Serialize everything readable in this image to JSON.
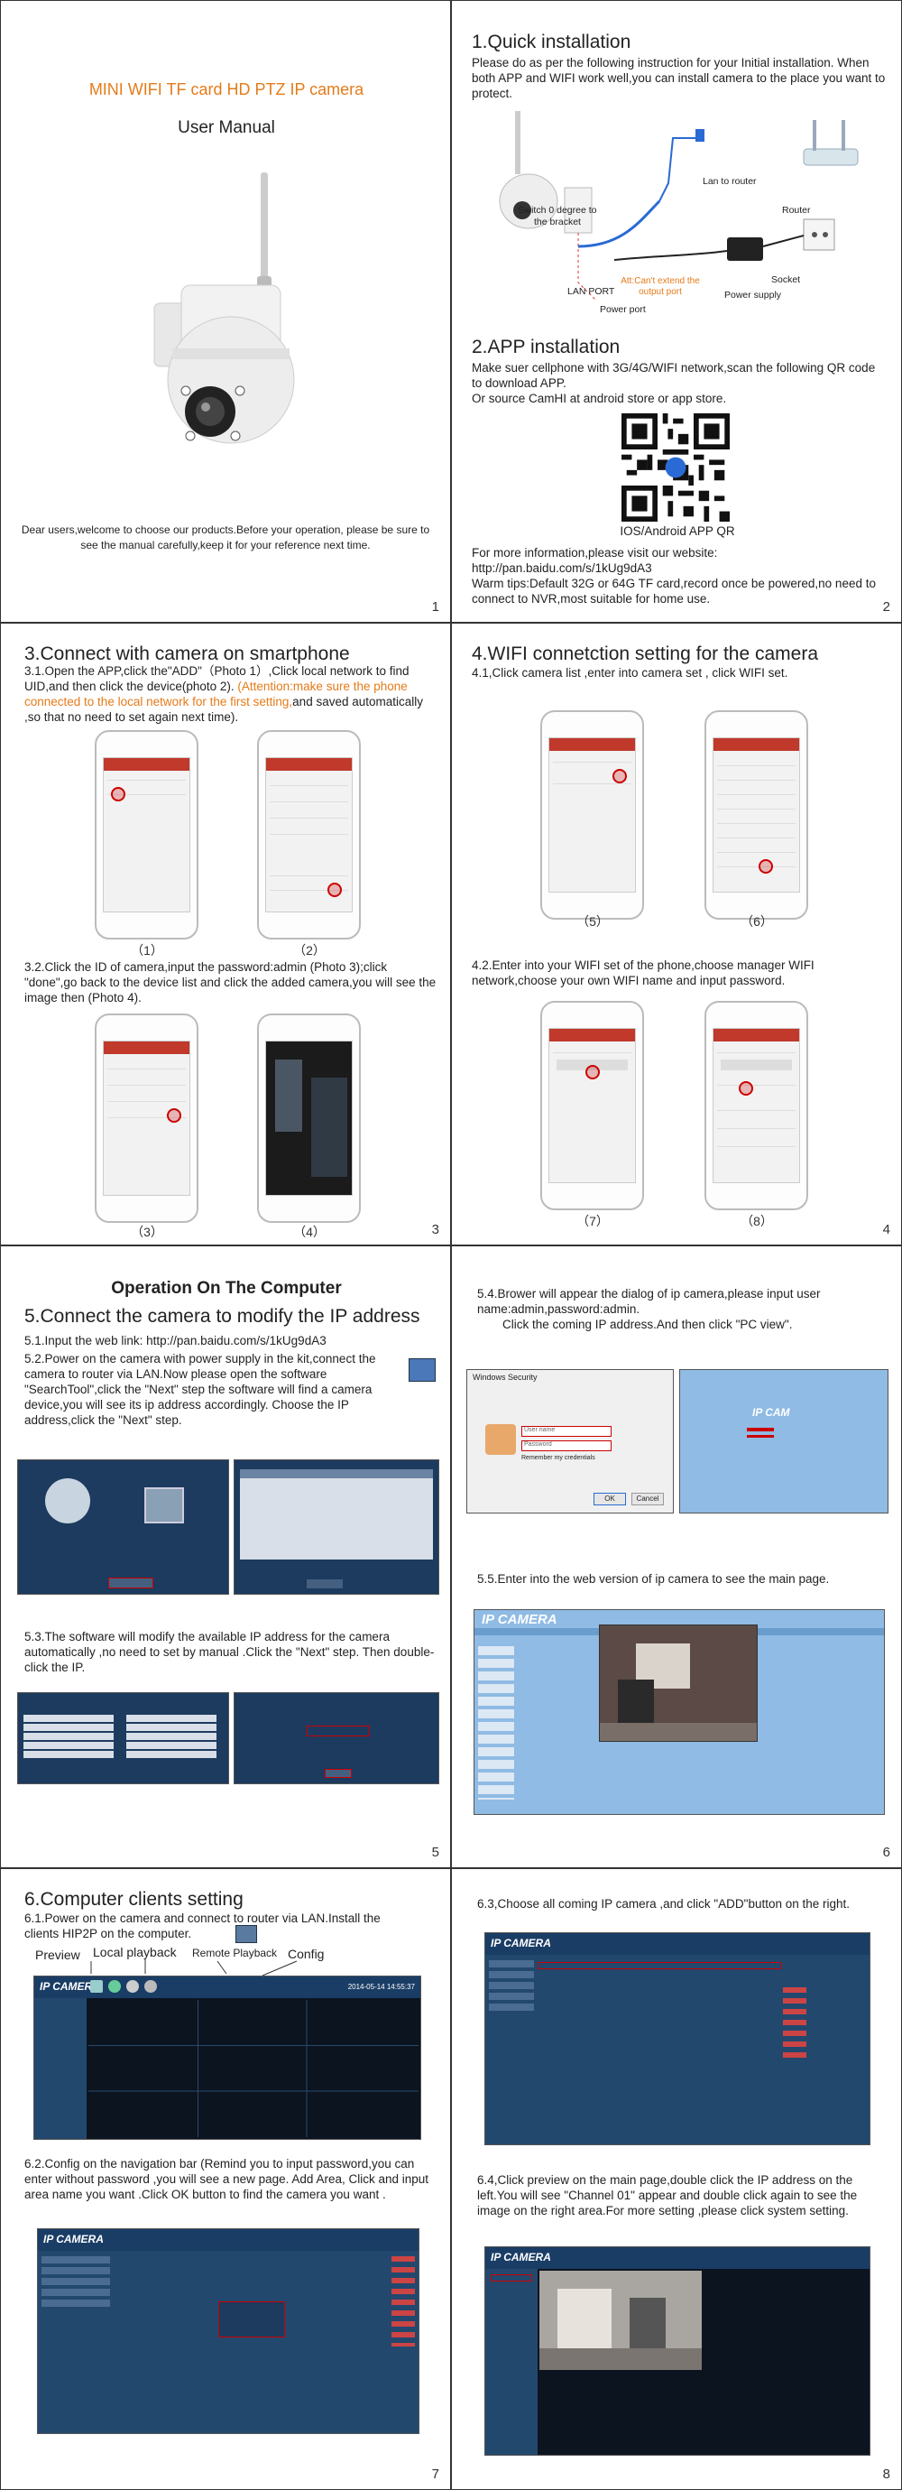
{
  "p1": {
    "title": "MINI WIFI TF card HD PTZ IP camera",
    "subtitle": "User  Manual",
    "intro": "Dear users,welcome to choose our products.Before your operation, please be sure to see the manual carefully,keep it for your reference next time.",
    "page": "1"
  },
  "p2": {
    "h1": "1.Quick installation",
    "text1": "Please do as per the following instruction for your Initial installation. When both APP and WIFI work well,you can install camera to the place you want to protect.",
    "lbl_switch": "Switch 0 degree to the bracket",
    "lbl_lan_router": "Lan to router",
    "lbl_router": "Router",
    "lbl_attention": "Att:Can't  extend the output port",
    "lbl_socket": "Socket",
    "lbl_lan_port": "LAN PORT",
    "lbl_power_supply": "Power supply",
    "lbl_power_port": "Power port",
    "h2": "2.APP installation",
    "text2": "Make suer cellphone with 3G/4G/WIFI network,scan the following QR code to download APP.",
    "text3": "Or source CamHI at android store or app store.",
    "qr_caption": "IOS/Android APP QR",
    "text4": "For more information,please visit our website:",
    "text5": "http://pan.baidu.com/s/1kUg9dA3",
    "text6": "Warm tips:Default 32G or 64G TF card,record once be powered,no need to connect to NVR,most suitable for home use.",
    "page": "2"
  },
  "p3": {
    "h1": "3.Connect with camera on smartphone",
    "s31a": "3.1.Open the APP,click the\"ADD\"（Photo 1）,Click local network to find UID,and then click the device(photo 2).",
    "s31b": "(Attention:make sure the phone connected to the local network for the first setting,",
    "s31c": "and saved automatically ,so that no need to set again next time).",
    "cap1": "（1）",
    "cap2": "（2）",
    "s32": "3.2.Click the ID of camera,input the password:admin (Photo 3);click \"done\",go back to the device list and click the added camera,you will see the image then (Photo 4).",
    "cap3": "（3）",
    "cap4": "（4）",
    "page": "3"
  },
  "p4": {
    "h1": "4.WIFI connetction setting for the camera",
    "s41": "4.1,Click camera list ,enter into camera set , click WIFI set.",
    "cap5": "（5）",
    "cap6": "（6）",
    "s42": "4.2.Enter into your WIFI set of the phone,choose manager WIFI network,choose your own WIFI name and input password.",
    "cap7": "（7）",
    "cap8": "（8）",
    "page": "4"
  },
  "p5": {
    "title": "Operation On The Computer",
    "h1": "5.Connect the camera to modify the IP address",
    "s51": "5.1.Input the web link: http://pan.baidu.com/s/1kUg9dA3",
    "s52": "5.2.Power on the camera with power supply in the kit,connect the camera to router via LAN.Now please open the software \"SearchTool\",click the \"Next\" step the software will find a camera device,you will see its ip address accordingly. Choose the IP address,click the \"Next\" step.",
    "s53": "5.3.The software will modify the available IP address for the camera automatically ,no need to set by manual .Click  the \"Next\" step. Then double-click the IP.",
    "page": "5"
  },
  "p6": {
    "s54a": "5.4.Brower will appear the dialog of ip camera,please input user name:admin,password:admin.",
    "s54b": "Click the coming IP address.And then click \"PC view\".",
    "dialog_title": "Windows Security",
    "dialog_user": "User name",
    "dialog_pass": "Password",
    "dialog_remember": "Remember my credentials",
    "dialog_ok": "OK",
    "dialog_cancel": "Cancel",
    "s55": "5.5.Enter into the web version of ip camera to see the main page.",
    "web_logo": "IP CAMERA",
    "page": "6"
  },
  "p7": {
    "h1": "6.Computer clients setting",
    "s61": "6.1.Power on the camera and connect to router via LAN.Install the clients HIP2P on the computer.",
    "lbl_preview": "Preview",
    "lbl_local": "Local playback",
    "lbl_remote": "Remote Playback",
    "lbl_config": "Config",
    "app_logo": "IP CAMERA",
    "app_time": "2014-05-14 14:55:37",
    "s62": "6.2.Config on the navigation bar (Remind you to input password,you can enter without password ,you will see a new page. Add Area, Click and input area name you want .Click OK button to find the camera you want .",
    "page": "7"
  },
  "p8": {
    "s63": "6.3,Choose all coming IP camera ,and click \"ADD\"button on the right.",
    "app_logo": "IP CAMERA",
    "s64": "6.4,Click preview on the main page,double click the IP address on the left.You will see \"Channel 01\" appear and double click again to see the image on the right area.For more setting ,please click system  setting.",
    "page": "8"
  },
  "colors": {
    "accent": "#e57b1a",
    "appblue": "#1a3d66",
    "tapred": "#c00000"
  }
}
